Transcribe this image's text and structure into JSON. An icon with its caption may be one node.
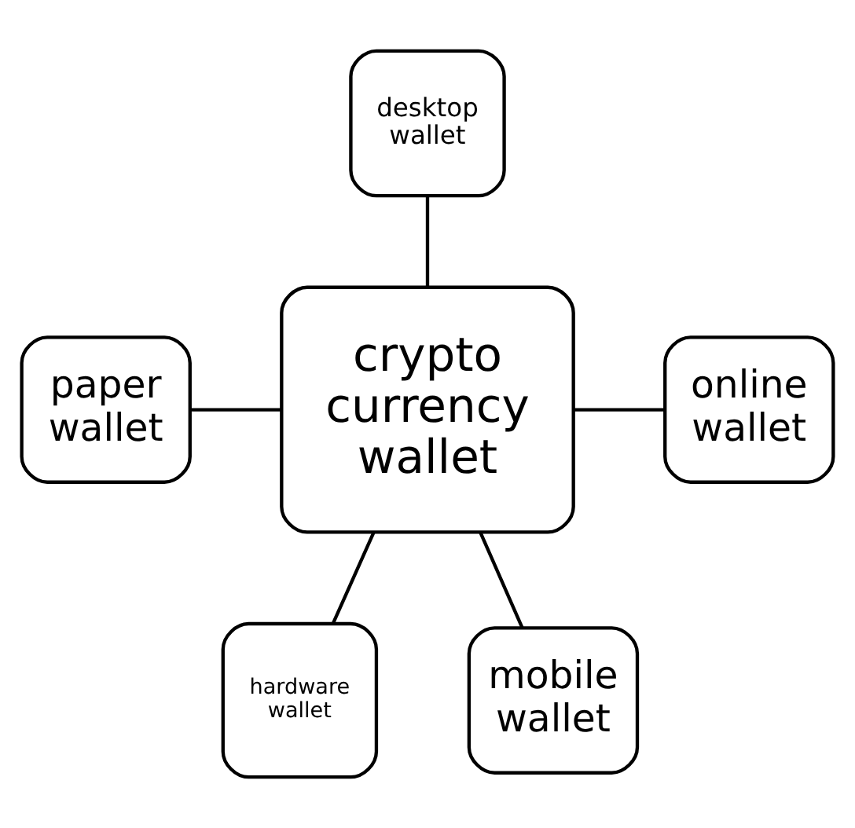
{
  "diagram": {
    "nodes": [
      {
        "text": [
          "desktop wallet"
        ]
      },
      {
        "text": [
          "paper wallet"
        ]
      },
      {
        "text": [
          "crypto currency wallet"
        ]
      },
      {
        "text": [
          "online wallet"
        ]
      },
      {
        "text": [
          "hardware wallet"
        ]
      },
      {
        "text": [
          "mobile wallet"
        ]
      }
    ],
    "edges": [
      {
        "from": 0,
        "to": 2,
        "arrow": "none"
      },
      {
        "from": 1,
        "to": 2,
        "arrow": "none"
      },
      {
        "from": 2,
        "to": 3,
        "arrow": "none"
      },
      {
        "from": 2,
        "to": 4,
        "arrow": "none"
      },
      {
        "from": 2,
        "to": 5,
        "arrow": "none"
      }
    ]
  }
}
